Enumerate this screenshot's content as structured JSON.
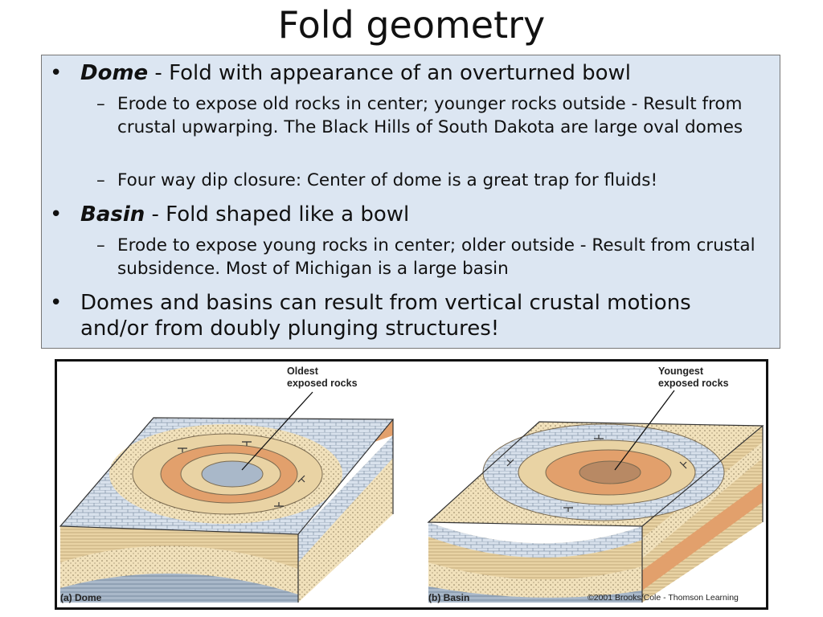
{
  "slide": {
    "title": "Fold geometry",
    "bullets": [
      {
        "term": "Dome",
        "text": " - Fold with appearance of an overturned bowl",
        "subs": [
          "Erode to expose old rocks in center; younger rocks outside - Result from crustal upwarping. The Black Hills of South Dakota are large oval domes",
          "Four way dip closure:  Center of dome is a great trap for fluids!"
        ]
      },
      {
        "term": "Basin",
        "text": " - Fold shaped like a bowl",
        "subs": [
          "Erode to expose young rocks in center; older outside - Result from crustal subsidence. Most of Michigan is a large basin"
        ]
      },
      {
        "term": "",
        "text": "Domes and basins can result from vertical crustal motions and/or from doubly plunging structures!",
        "subs": []
      }
    ],
    "bullet_symbol": "•",
    "sub_symbol": "–"
  },
  "figure": {
    "dome_label_line1": "Oldest",
    "dome_label_line2": "exposed rocks",
    "basin_label_line1": "Youngest",
    "basin_label_line2": "exposed rocks",
    "caption_a": "(a) Dome",
    "caption_b": "(b) Basin",
    "credit": "©2001 Brooks/Cole - Thomson Learning"
  },
  "colors": {
    "box_fill": "#dce6f2",
    "tan": "#e9d3a4",
    "sand": "#f1e1bb",
    "orange": "#e2a06c",
    "blue_grey": "#a9b8c9",
    "pale_blue": "#d8e1ec",
    "brown": "#b88964"
  }
}
